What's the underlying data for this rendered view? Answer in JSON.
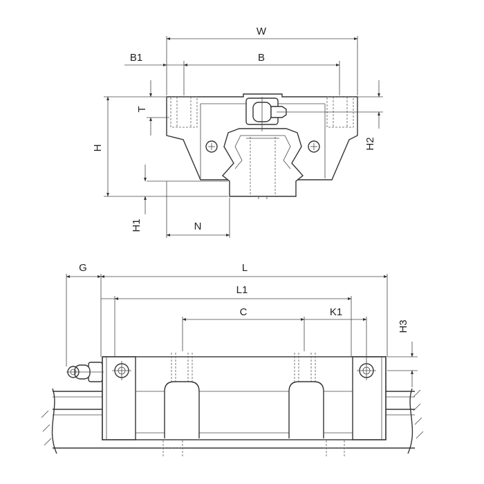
{
  "top_view": {
    "labels": {
      "W": "W",
      "B1": "B1",
      "B": "B",
      "T": "T",
      "H": "H",
      "H2": "H2",
      "H1": "H1",
      "N": "N"
    }
  },
  "side_view": {
    "labels": {
      "G": "G",
      "L": "L",
      "L1": "L1",
      "C": "C",
      "K1": "K1",
      "H3": "H3"
    }
  }
}
